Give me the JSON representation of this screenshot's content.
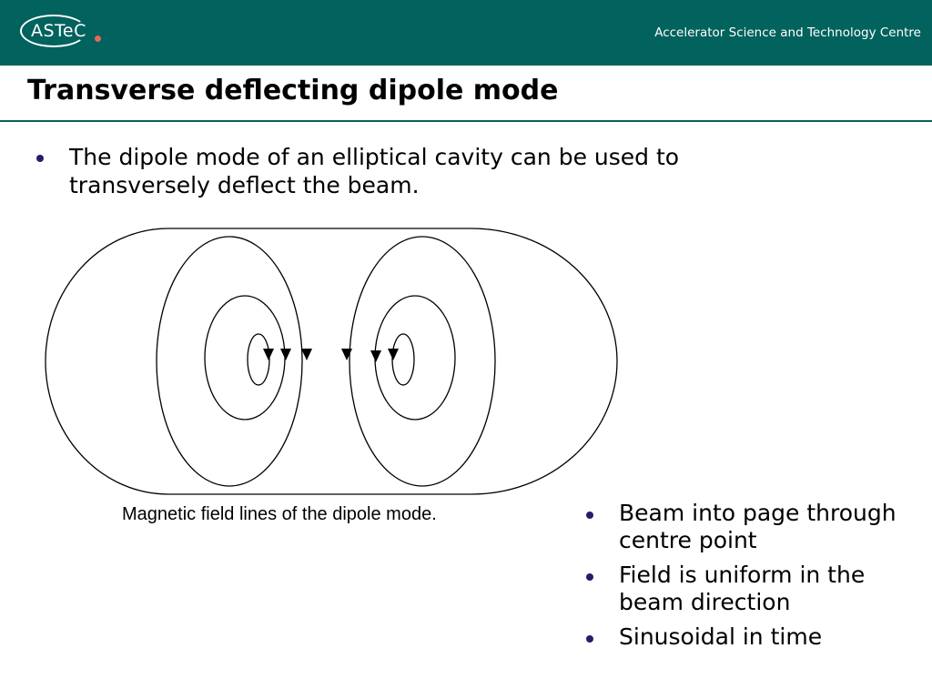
{
  "header": {
    "logo_text": "ASTeC",
    "org_name": "Accelerator Science and Technology Centre",
    "bg_color": "#02625d"
  },
  "title": "Transverse deflecting dipole mode",
  "intro_bullets": [
    "The dipole mode of an elliptical cavity can be used to transversely deflect the beam."
  ],
  "diagram": {
    "caption": "Magnetic field lines of the dipole mode."
  },
  "side_bullets": [
    "Beam into page through centre point",
    "Field is uniform in the beam direction",
    "Sinusoidal in time"
  ],
  "bullet_color": "#2b1a6b"
}
